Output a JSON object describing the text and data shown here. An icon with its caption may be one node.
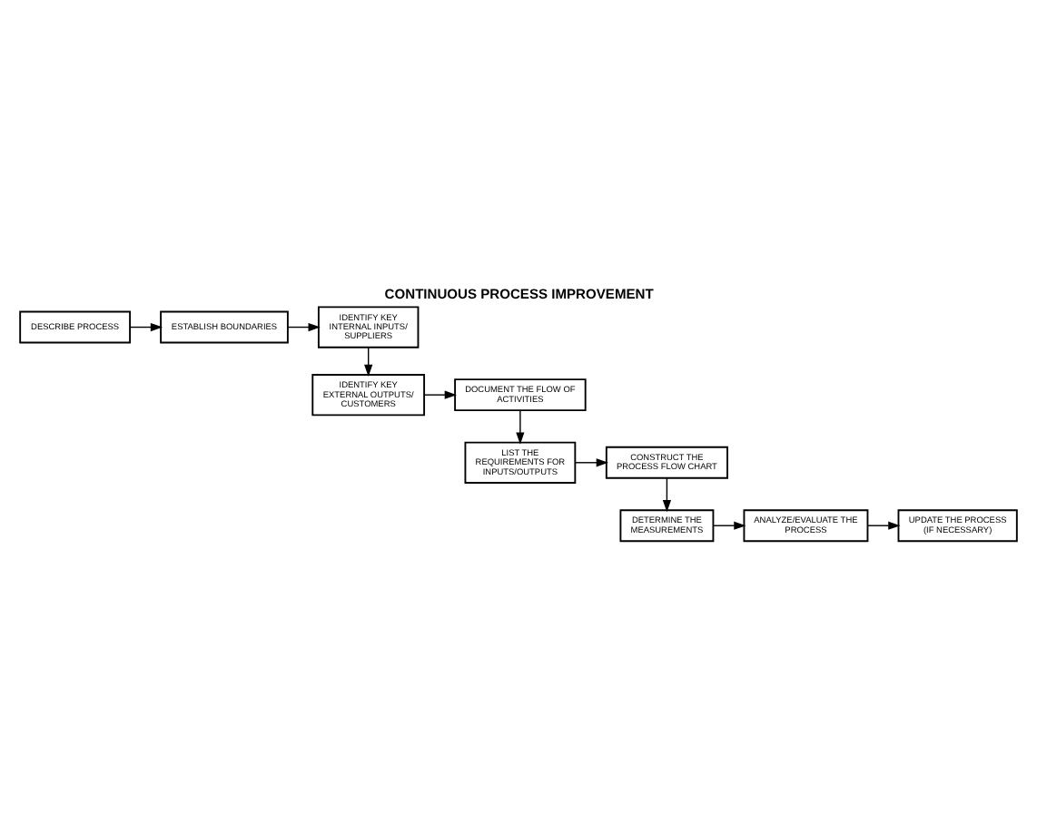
{
  "diagram": {
    "title": "CONTINUOUS PROCESS IMPROVEMENT",
    "nodes": [
      {
        "text": [
          "DESCRIBE PROCESS"
        ]
      },
      {
        "text": [
          "ESTABLISH BOUNDARIES"
        ]
      },
      {
        "text": [
          "IDENTIFY KEY INTERNAL INPUTS/ SUPPLIERS"
        ]
      },
      {
        "text": [
          "IDENTIFY KEY EXTERNAL OUTPUTS/ CUSTOMERS"
        ]
      },
      {
        "text": [
          "DOCUMENT THE FLOW OF ACTIVITIES"
        ]
      },
      {
        "text": [
          "LIST THE REQUIREMENTS FOR INPUTS/OUTPUTS"
        ]
      },
      {
        "text": [
          "CONSTRUCT THE PROCESS FLOW CHART"
        ]
      },
      {
        "text": [
          "DETERMINE THE MEASUREMENTS"
        ]
      },
      {
        "text": [
          "ANALYZE/EVALUATE THE PROCESS"
        ]
      },
      {
        "text": [
          "UPDATE THE PROCESS (IF NECESSARY)"
        ]
      }
    ],
    "edges": [
      {
        "from": 0,
        "to": 1,
        "arrow": "to"
      },
      {
        "from": 1,
        "to": 2,
        "arrow": "to"
      },
      {
        "from": 2,
        "to": 3,
        "arrow": "to"
      },
      {
        "from": 3,
        "to": 4,
        "arrow": "to"
      },
      {
        "from": 4,
        "to": 5,
        "arrow": "to"
      },
      {
        "from": 5,
        "to": 6,
        "arrow": "to"
      },
      {
        "from": 6,
        "to": 7,
        "arrow": "to"
      },
      {
        "from": 7,
        "to": 8,
        "arrow": "to"
      },
      {
        "from": 8,
        "to": 9,
        "arrow": "to"
      }
    ]
  }
}
